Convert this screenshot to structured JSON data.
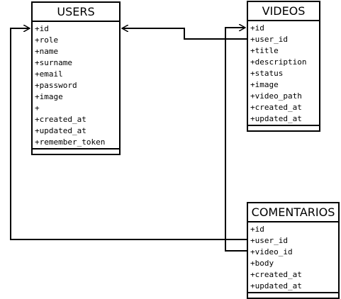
{
  "entities": {
    "users": {
      "title": "USERS",
      "fields": [
        "+id",
        "+role",
        "+name",
        "+surname",
        "+email",
        "+password",
        "+image",
        "+",
        "+created_at",
        "+updated_at",
        "+remember_token"
      ]
    },
    "videos": {
      "title": "VIDEOS",
      "fields": [
        "+id",
        "+user_id",
        "+title",
        "+description",
        "+status",
        "+image",
        "+video_path",
        "+created_at",
        "+updated_at"
      ]
    },
    "comentarios": {
      "title": "COMENTARIOS",
      "fields": [
        "+id",
        "+user_id",
        "+video_id",
        "+body",
        "+created_at",
        "+updated_at"
      ]
    }
  },
  "relations": [
    {
      "from": "videos.user_id",
      "to": "users.id",
      "arrow_at": "users"
    },
    {
      "from": "comentarios.user_id",
      "to": "users.id",
      "arrow_at": "users"
    },
    {
      "from": "comentarios.video_id",
      "to": "videos.id",
      "arrow_at": "videos"
    }
  ],
  "colors": {
    "line": "#000000",
    "background": "#ffffff"
  }
}
